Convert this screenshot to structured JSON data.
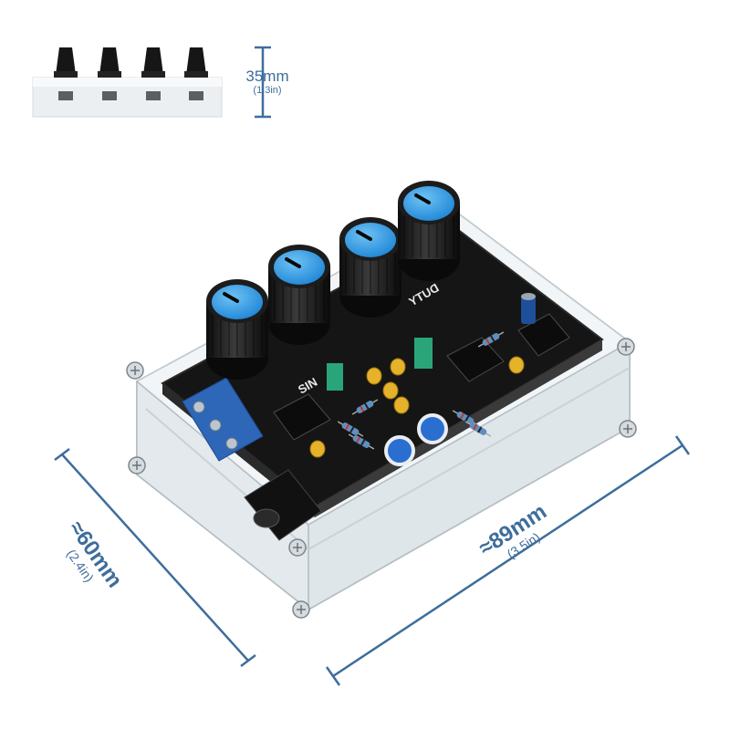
{
  "colors": {
    "dimension_line": "#3e6d9c",
    "knob_cap": "#2f98e6",
    "knob_body": "#1c1c1c",
    "pcb": "#151515",
    "acrylic": "#dfe6ea",
    "terminal_block": "#2e66b8",
    "jumper": "#2aa57a",
    "capacitor": "#e5b22a"
  },
  "dimensions": {
    "height": {
      "value": "35mm",
      "imperial": "(1.3in)"
    },
    "depth": {
      "value": "≈60mm",
      "imperial": "(2.4in)"
    },
    "width": {
      "value": "≈89mm",
      "imperial": "(3.5in)"
    }
  },
  "pcb_silkscreen": {
    "label_sin": "SIN",
    "label_duty": "DUTY"
  }
}
